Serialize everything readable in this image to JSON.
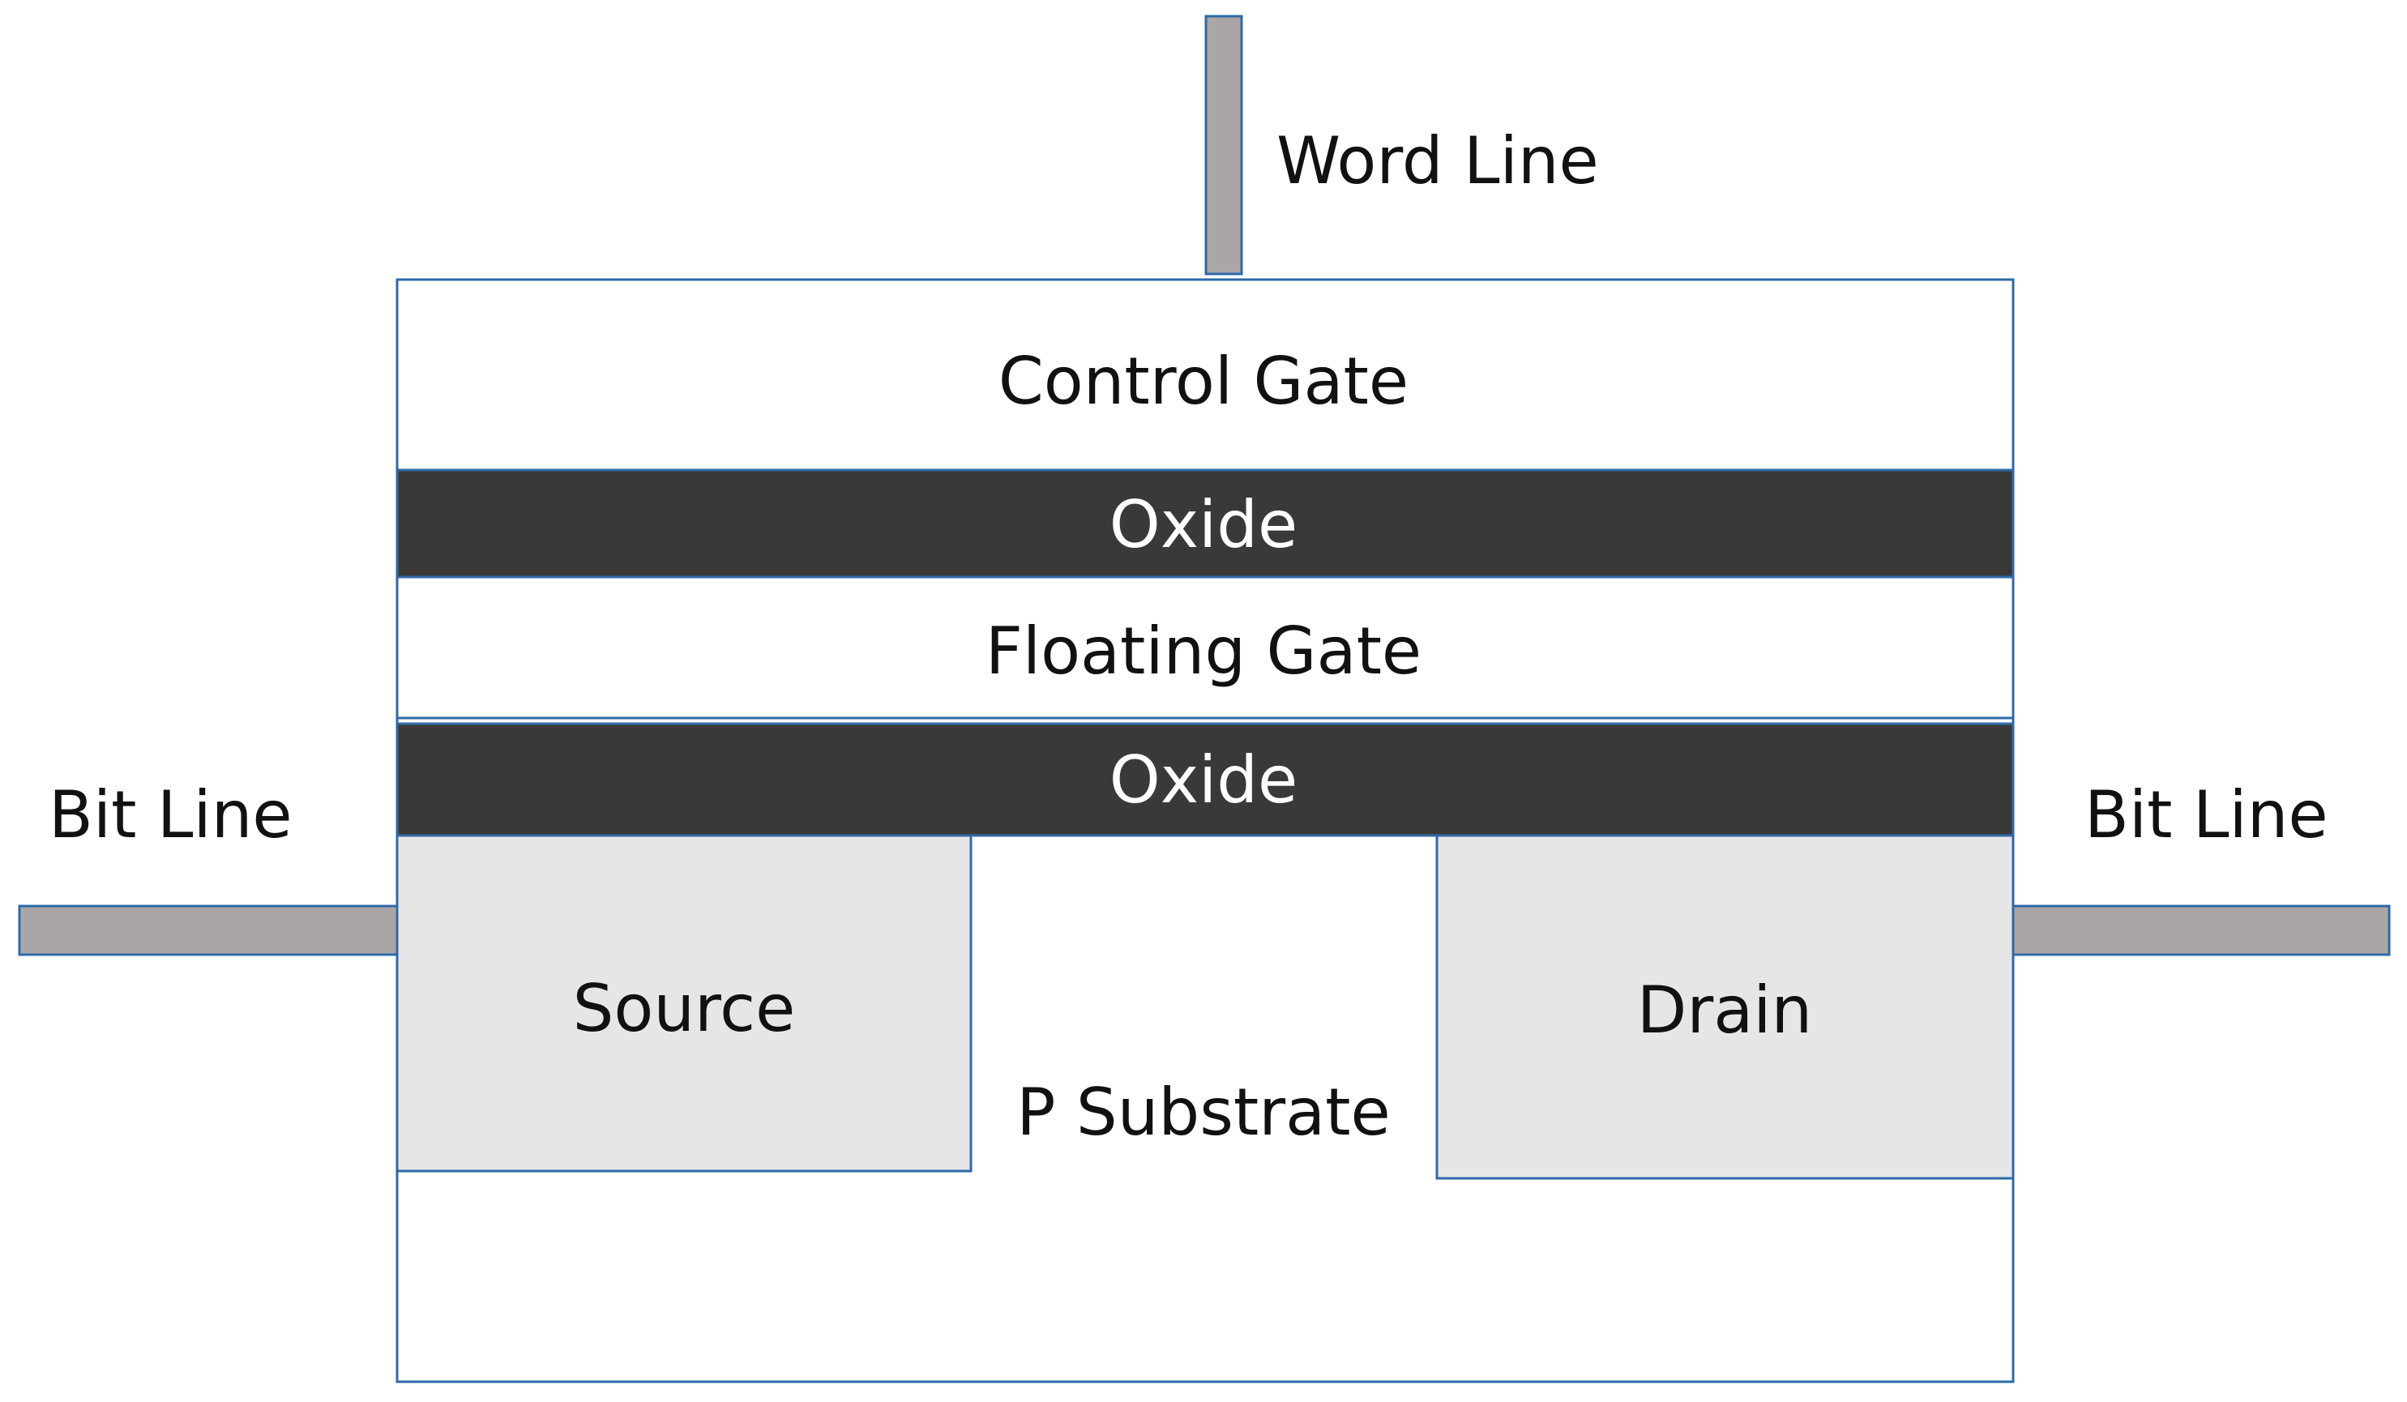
{
  "labels": {
    "word_line": "Word Line",
    "control_gate": "Control Gate",
    "oxide_top": "Oxide",
    "floating_gate": "Floating Gate",
    "oxide_bottom": "Oxide",
    "bit_line_left": "Bit Line",
    "bit_line_right": "Bit Line",
    "source": "Source",
    "drain": "Drain",
    "substrate": "P Substrate"
  },
  "colors": {
    "outline": "#2e6aa8",
    "oxide_fill": "#3a3938",
    "oxide_text": "#ffffff",
    "region_fill": "#e6e6e6",
    "line_fill": "#aba6a6",
    "text": "#111111"
  }
}
